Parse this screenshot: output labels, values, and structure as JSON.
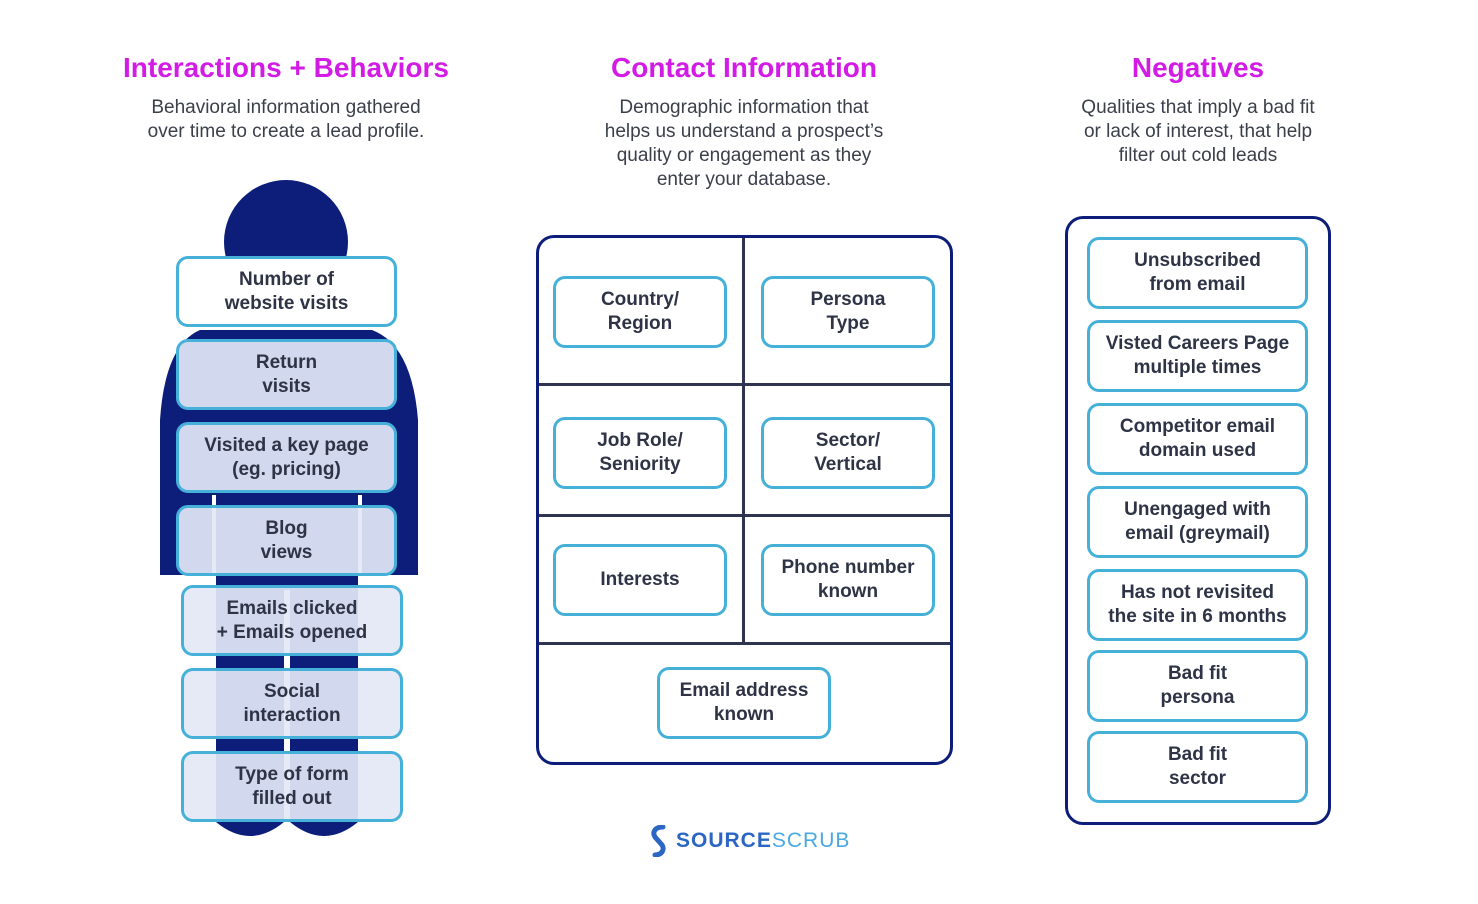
{
  "columns": {
    "interactions": {
      "title": "Interactions + Behaviors",
      "subtitle": "Behavioral information gathered\nover time to create a lead profile.",
      "items": [
        "Number of\nwebsite visits",
        "Return\nvisits",
        "Visited a key page\n(eg. pricing)",
        "Blog\nviews",
        "Emails clicked\n+ Emails opened",
        "Social\ninteraction",
        "Type of form\nfilled out"
      ]
    },
    "contact": {
      "title": "Contact Information",
      "subtitle": "Demographic information that\nhelps us understand a prospect’s\nquality or engagement as they\nenter your database.",
      "items": [
        "Country/\nRegion",
        "Persona\nType",
        "Job Role/\nSeniority",
        "Sector/\nVertical",
        "Interests",
        "Phone number\nknown",
        "Email address\nknown"
      ]
    },
    "negatives": {
      "title": "Negatives",
      "subtitle": "Qualities that imply a bad fit\nor lack of interest, that help\nfilter out cold leads",
      "items": [
        "Unsubscribed\nfrom email",
        "Visted Careers Page\nmultiple times",
        "Competitor email\ndomain used",
        "Unengaged with\nemail (greymail)",
        "Has not revisited\nthe site in 6 months",
        "Bad fit\npersona",
        "Bad fit\nsector"
      ]
    }
  },
  "logo": {
    "part1": "SOURCE",
    "part2": "SCRUB"
  },
  "colors": {
    "title": "#d21ce6",
    "navy": "#0c1e7a",
    "pill_border": "#45b0d8",
    "text": "#2e3446"
  },
  "icons": {
    "figure": "person-silhouette-icon",
    "logo": "sourcescrub-logo-icon"
  }
}
